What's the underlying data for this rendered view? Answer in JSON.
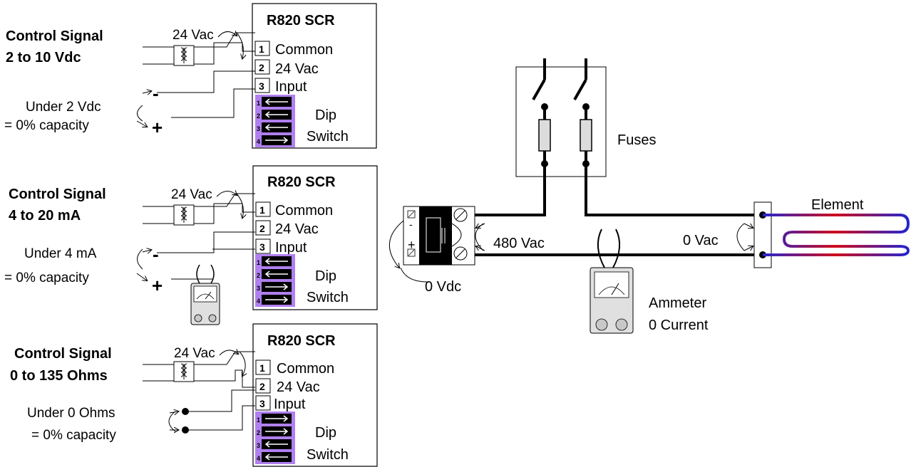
{
  "panels": [
    {
      "signal_line1": "Control Signal",
      "signal_line2": "2 to 10 Vdc",
      "supply": "24 Vac",
      "title": "R820 SCR",
      "terminals": [
        {
          "num": "1",
          "label": "Common"
        },
        {
          "num": "2",
          "label": "24 Vac"
        },
        {
          "num": "3",
          "label": "Input"
        }
      ],
      "under_line1": "Under 2 Vdc",
      "under_line2": "= 0% capacity",
      "minus": "-",
      "plus": "+",
      "dip": [
        "left",
        "left",
        "left",
        "right"
      ],
      "dip_numbers": [
        "1",
        "2",
        "3",
        "4"
      ],
      "dip_label1": "Dip",
      "dip_label2": "Switch"
    },
    {
      "signal_line1": "Control Signal",
      "signal_line2": "4 to 20 mA",
      "supply": "24 Vac",
      "title": "R820 SCR",
      "terminals": [
        {
          "num": "1",
          "label": "Common"
        },
        {
          "num": "2",
          "label": "24 Vac"
        },
        {
          "num": "3",
          "label": "Input"
        }
      ],
      "under_line1": "Under 4 mA",
      "under_line2": "= 0% capacity",
      "minus": "-",
      "plus": "+",
      "dip": [
        "left",
        "left",
        "right",
        "right"
      ],
      "dip_numbers": [
        "1",
        "2",
        "3",
        "4"
      ],
      "dip_label1": "Dip",
      "dip_label2": "Switch"
    },
    {
      "signal_line1": "Control Signal",
      "signal_line2": "0 to 135 Ohms",
      "supply": "24 Vac",
      "title": "R820 SCR",
      "terminals": [
        {
          "num": "1",
          "label": "Common"
        },
        {
          "num": "2",
          "label": "24 Vac"
        },
        {
          "num": "3",
          "label": "Input"
        }
      ],
      "under_line1": "Under 0 Ohms",
      "under_line2": "= 0% capacity",
      "dip": [
        "right",
        "right",
        "left",
        "left"
      ],
      "dip_numbers": [
        "1",
        "2",
        "3",
        "4"
      ],
      "dip_label1": "Dip",
      "dip_label2": "Switch"
    }
  ],
  "power": {
    "fuses": "Fuses",
    "element": "Element",
    "volt_480": "480 Vac",
    "volt_0ac": "0 Vac",
    "volt_0dc": "0 Vdc",
    "ammeter_line1": "Ammeter",
    "ammeter_line2": "0 Current"
  },
  "colors": {
    "dip_bg": "#b07ff0",
    "element_blue": "#2a2ae0",
    "element_red": "#e01020",
    "fuse_fill": "#dcdcdc",
    "meter_fill": "#e0e0e0"
  }
}
